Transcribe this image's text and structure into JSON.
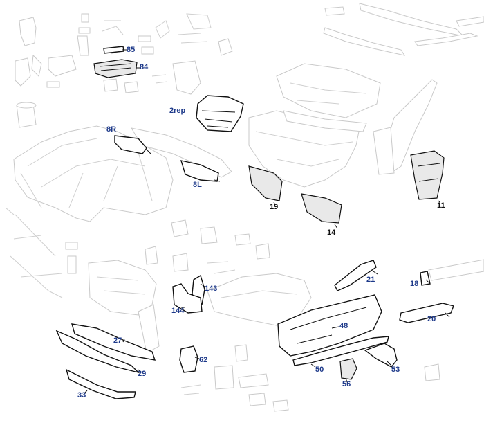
{
  "labels": {
    "p85": "85",
    "p84": "84",
    "p2rep": "2rep",
    "p8R": "8R",
    "p8L": "8L",
    "p19": "19",
    "p14": "14",
    "p11": "11",
    "p21": "21",
    "p18": "18",
    "p20": "20",
    "p143": "143",
    "p144": "144",
    "p48": "48",
    "p27": "27",
    "p29": "29",
    "p62": "62",
    "p50": "50",
    "p53": "53",
    "p56": "56",
    "p33": "33"
  },
  "colors": {
    "label": "#1e3a8a",
    "highlight_stroke": "#111111",
    "faint_stroke": "#c9c9c9"
  }
}
